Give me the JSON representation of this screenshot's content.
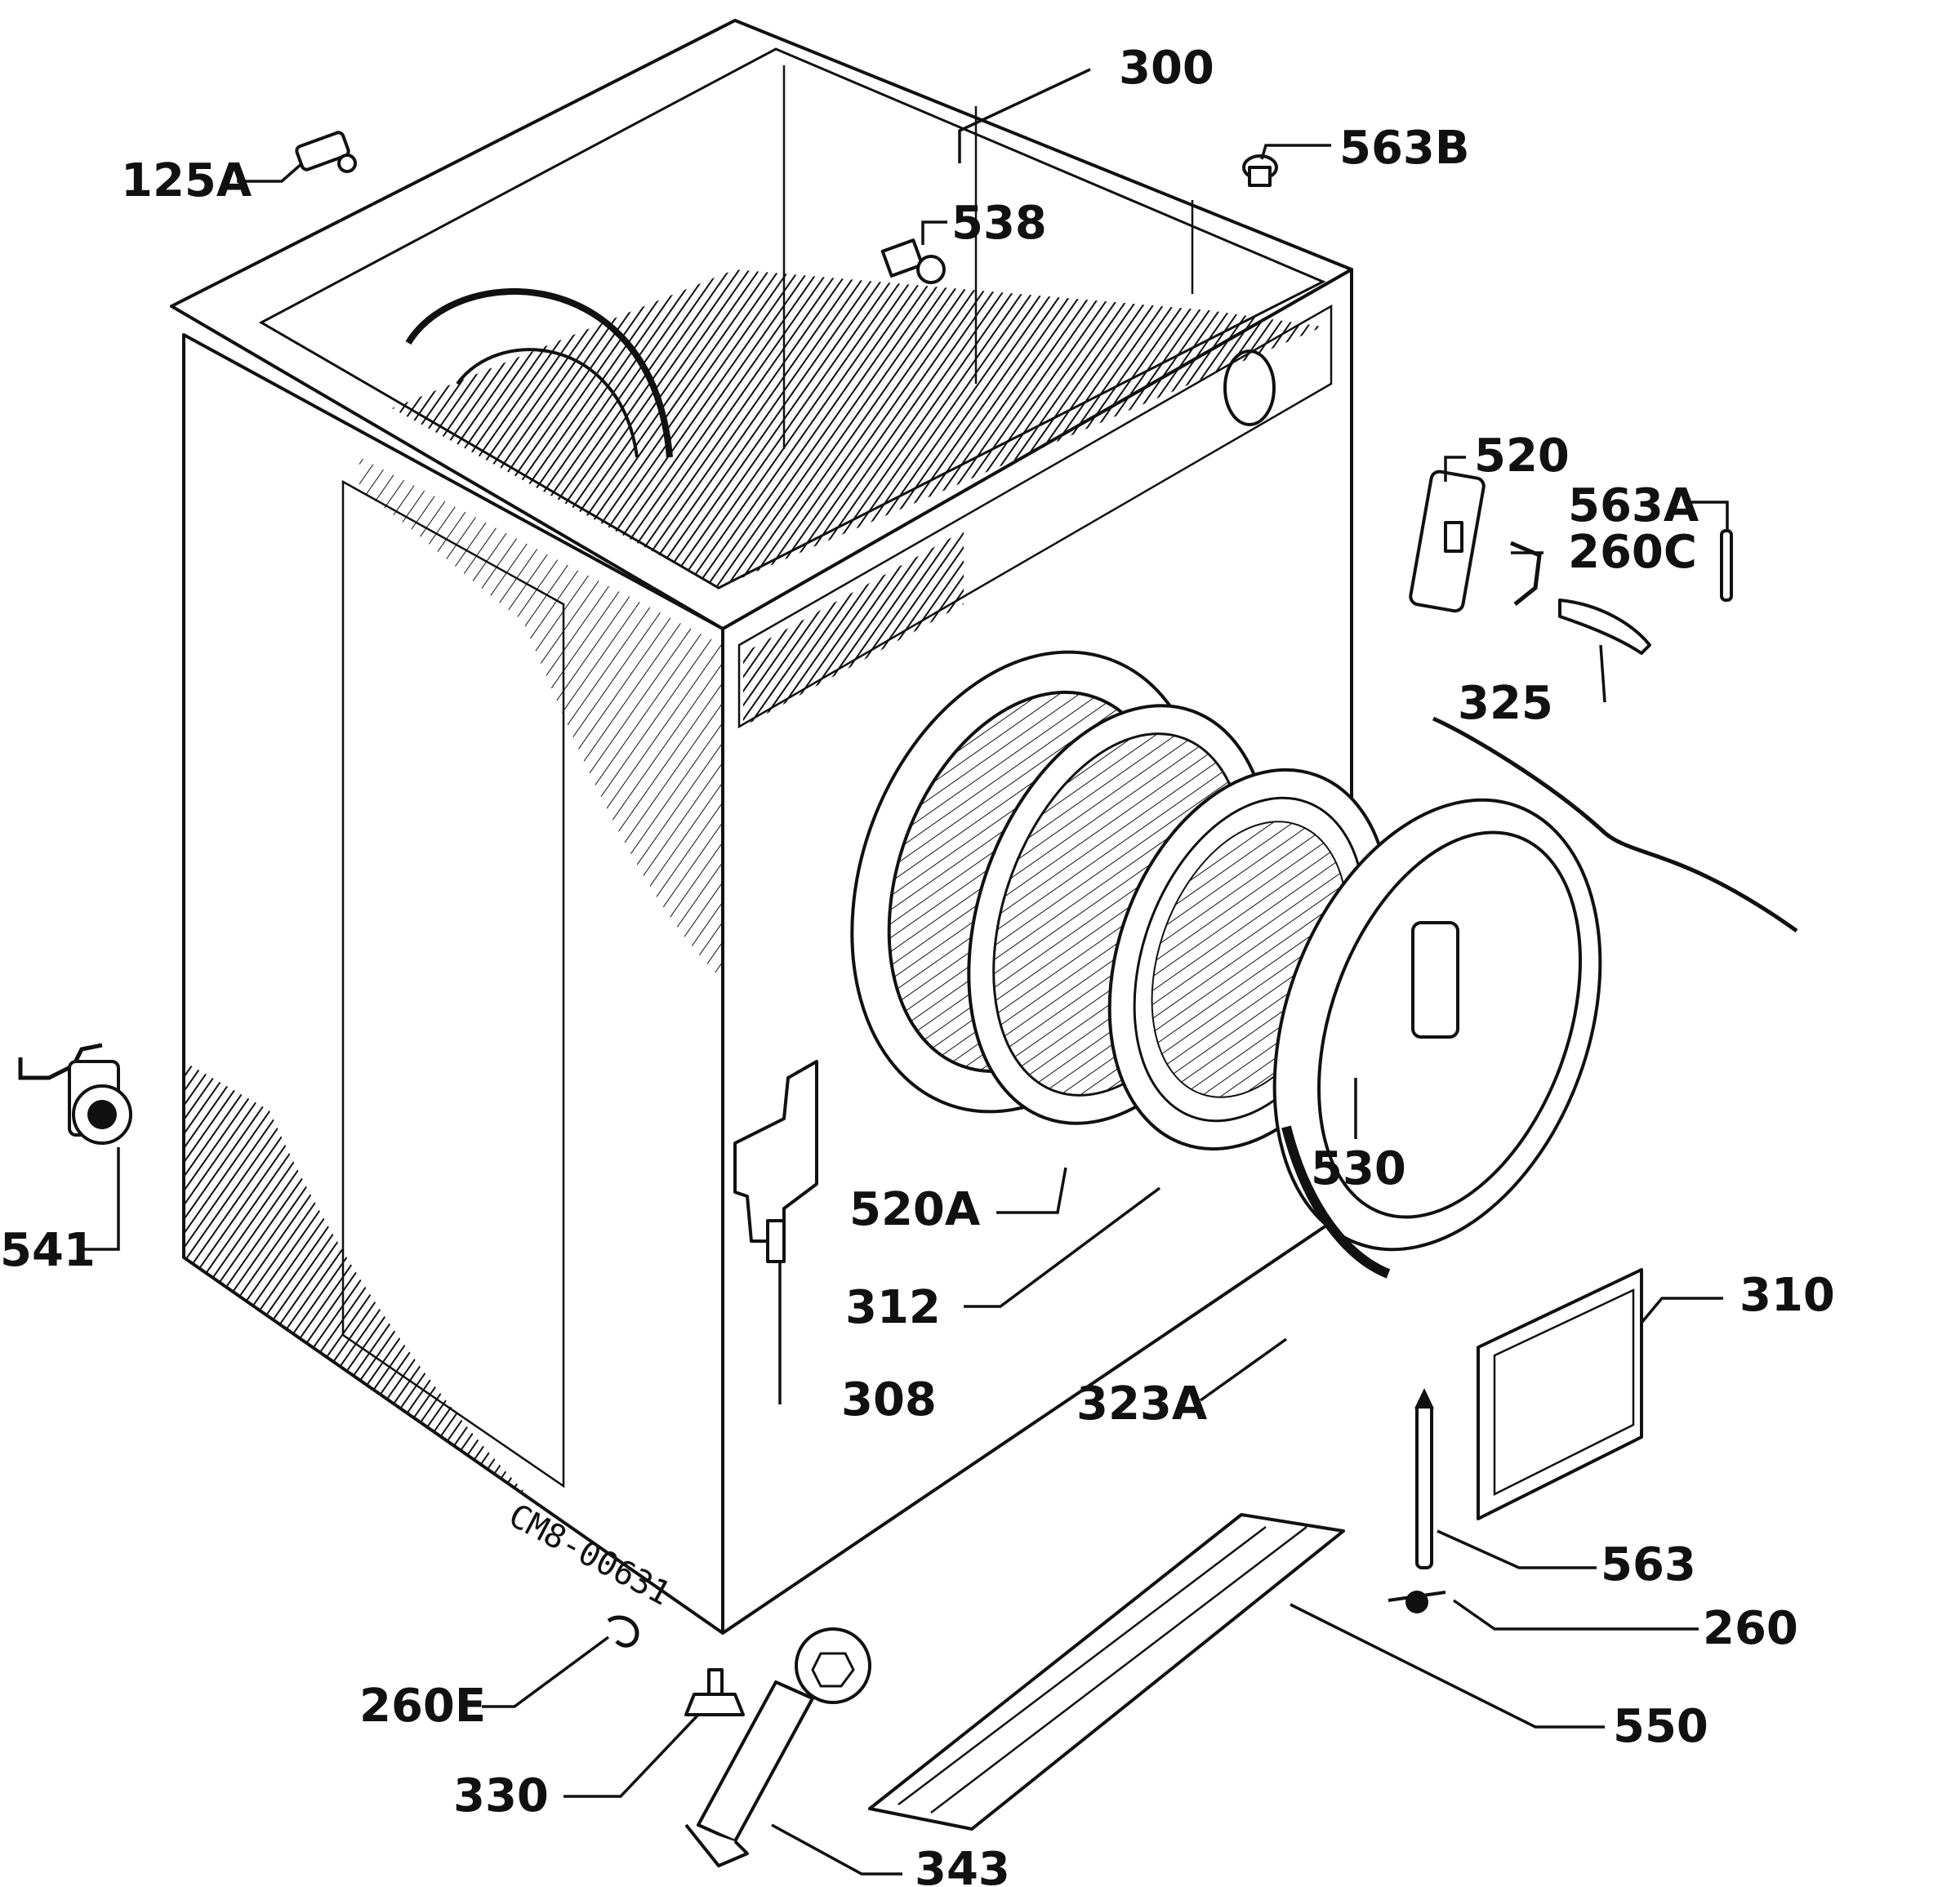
{
  "diagram": {
    "drawing_code": "CM8-00631",
    "parts": {
      "p300": "300",
      "p563b": "563B",
      "p125a": "125A",
      "p538": "538",
      "p520": "520",
      "p563a": "563A",
      "p260c": "260C",
      "p325": "325",
      "p530": "530",
      "p520a": "520A",
      "p312": "312",
      "p541": "541",
      "p308": "308",
      "p323a": "323A",
      "p310": "310",
      "p563": "563",
      "p260": "260",
      "p550": "550",
      "p260e": "260E",
      "p330": "330",
      "p343": "343"
    }
  }
}
